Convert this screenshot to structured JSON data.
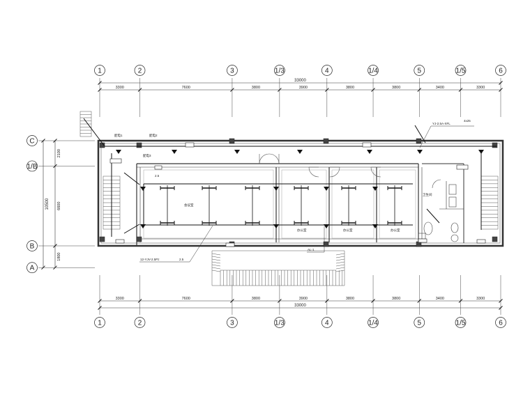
{
  "grid": {
    "axes_x": [
      {
        "label": "1",
        "pos": 0
      },
      {
        "label": "2",
        "pos": 3300
      },
      {
        "label": "3",
        "pos": 10900
      },
      {
        "label": "1/3",
        "pos": 14800
      },
      {
        "label": "4",
        "pos": 18700
      },
      {
        "label": "1/4",
        "pos": 22500
      },
      {
        "label": "5",
        "pos": 26300
      },
      {
        "label": "1/5",
        "pos": 29700
      },
      {
        "label": "6",
        "pos": 33000
      }
    ],
    "axes_y": [
      {
        "label": "C",
        "pos": 0
      },
      {
        "label": "1/B",
        "pos": 2100
      },
      {
        "label": "B",
        "pos": 8700
      },
      {
        "label": "A",
        "pos": 10500
      }
    ]
  },
  "dimensions": {
    "x_segments": [
      "3300",
      "7600",
      "3800",
      "3900",
      "3800",
      "3800",
      "3400",
      "3300"
    ],
    "x_total": "33000",
    "y_segments": [
      "2100",
      "6600",
      "1800"
    ],
    "y_total": "10500"
  },
  "rooms": {
    "large_room": "会议室",
    "office_1": "办公室",
    "office_2": "办公室",
    "office_3": "办公室",
    "toilet": "卫生间"
  },
  "annotations": {
    "cable_top": "YJ-2.5A-XFL",
    "cable_top_value": "4x25",
    "cable_bottom": "12-YJV-2.5Pz",
    "cable_bottom_value": "2.5",
    "box_left_1": "配电1",
    "box_left_2": "配电2",
    "box_left_3": "配电3",
    "box_mid": "2.5",
    "box_lower": "AL-1"
  }
}
